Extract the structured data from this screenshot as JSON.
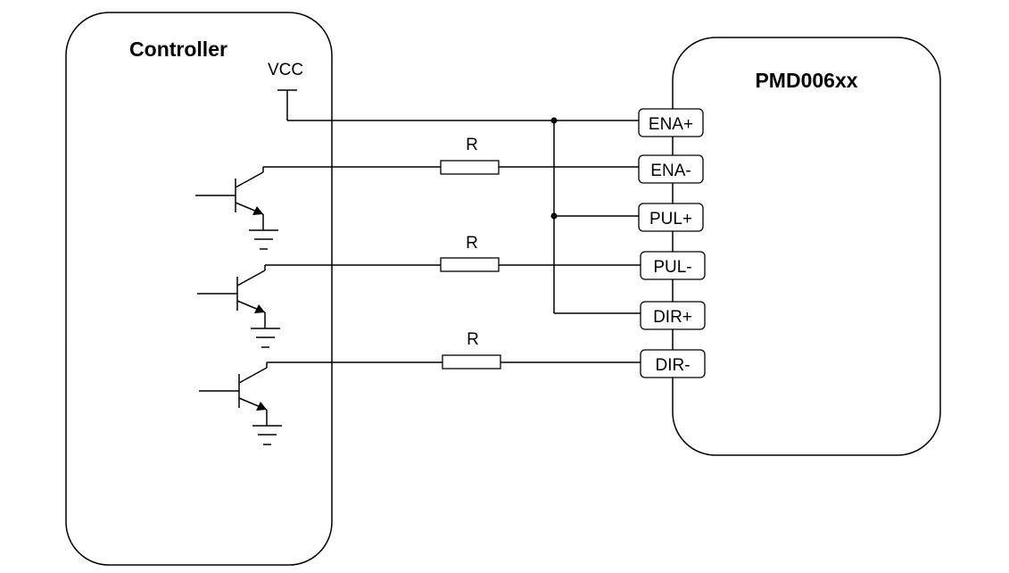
{
  "controller": {
    "title": "Controller",
    "vcc_label": "VCC"
  },
  "driver": {
    "title": "PMD006xx",
    "pins": [
      "ENA+",
      "ENA-",
      "PUL+",
      "PUL-",
      "DIR+",
      "DIR-"
    ]
  },
  "resistor_label": "R"
}
